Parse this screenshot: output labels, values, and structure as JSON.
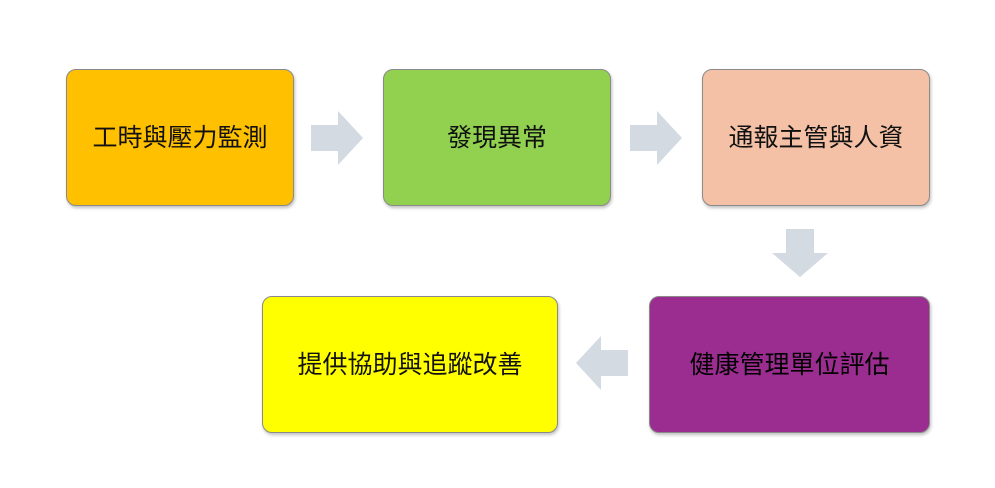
{
  "steps": [
    {
      "id": "s1",
      "text": "工時與壓力監測",
      "color": "#FFC000"
    },
    {
      "id": "s2",
      "text": "發現異常",
      "color": "#92D050"
    },
    {
      "id": "s3",
      "text": "通報主管與人資",
      "color": "#F4C1A6"
    },
    {
      "id": "s4",
      "text": "健康管理單位評估",
      "color": "#9B2D91"
    },
    {
      "id": "s5",
      "text": "提供協助與追蹤改善",
      "color": "#FFFF00"
    }
  ],
  "arrow_color": "#D3DAE2"
}
